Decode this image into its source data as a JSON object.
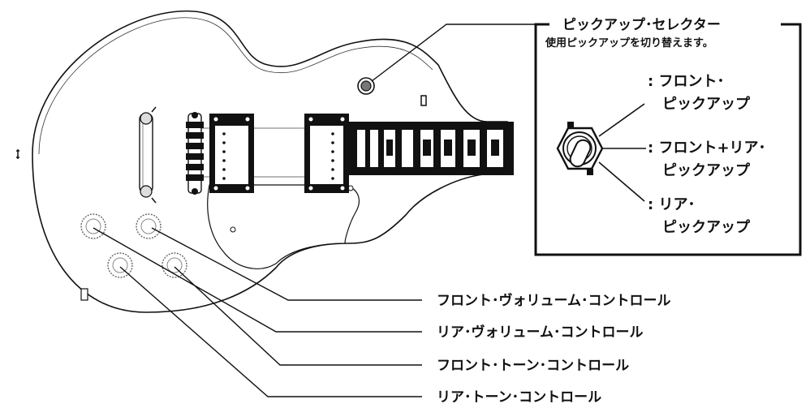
{
  "selector_box": {
    "title": "ピックアップ･セレクター",
    "description": "使用ピックアップを切り替えます。",
    "positions": [
      {
        "line1": ": フロント･",
        "line2": "ピックアップ"
      },
      {
        "line1": ": フロント+リア･",
        "line2": "ピックアップ"
      },
      {
        "line1": ": リア･",
        "line2": "ピックアップ"
      }
    ]
  },
  "callouts": [
    {
      "label": "フロント･ヴォリューム･コントロール"
    },
    {
      "label": "リア･ヴォリューム･コントロール"
    },
    {
      "label": "フロント･トーン･コントロール"
    },
    {
      "label": "リア･トーン･コントロール"
    }
  ]
}
